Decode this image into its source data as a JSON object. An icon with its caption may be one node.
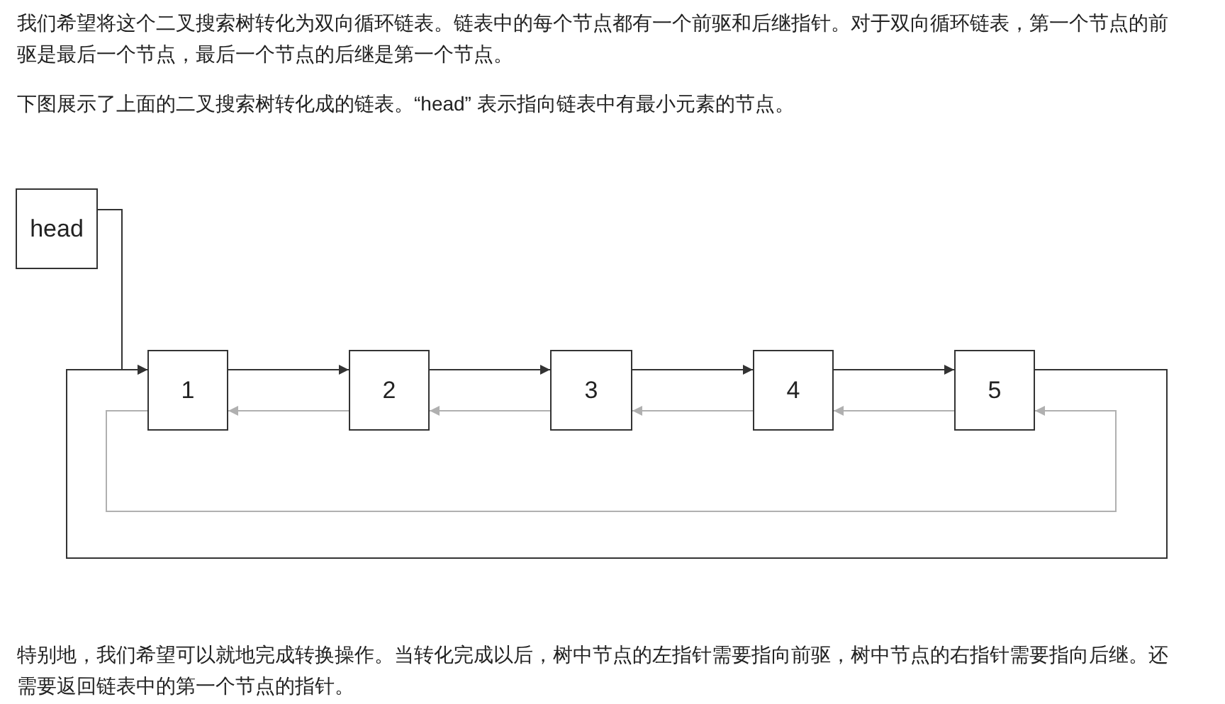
{
  "diagram": {
    "nodes": [
      {
        "text": [
          "head"
        ]
      },
      {
        "text": [
          "1"
        ]
      },
      {
        "text": [
          "2"
        ]
      },
      {
        "text": [
          "3"
        ]
      },
      {
        "text": [
          "4"
        ]
      },
      {
        "text": [
          "5"
        ]
      }
    ],
    "edges": [
      {
        "from": 0,
        "to": 1,
        "arrow": "to"
      },
      {
        "from": 1,
        "to": 2,
        "arrow": "to"
      },
      {
        "from": 2,
        "to": 3,
        "arrow": "to"
      },
      {
        "from": 3,
        "to": 4,
        "arrow": "to"
      },
      {
        "from": 4,
        "to": 5,
        "arrow": "to"
      },
      {
        "from": 2,
        "to": 1,
        "arrow": "to",
        "color": "#b0b0b0"
      },
      {
        "from": 3,
        "to": 2,
        "arrow": "to",
        "color": "#b0b0b0"
      },
      {
        "from": 4,
        "to": 3,
        "arrow": "to",
        "color": "#b0b0b0"
      },
      {
        "from": 5,
        "to": 4,
        "arrow": "to",
        "color": "#b0b0b0"
      },
      {
        "from": 5,
        "to": 1,
        "arrow": "to"
      },
      {
        "from": 1,
        "to": 5,
        "arrow": "to",
        "color": "#b0b0b0"
      }
    ],
    "labels": [
      "我们希望将这个二叉搜索树转化为双向循环链表。链表中的每个节点都有一个前驱和后继指针。对于双向循环链表，第一个节点的前驱是最后一个节点，最后一个节点的后继是第一个节点。",
      "下图展示了上面的二叉搜索树转化成的链表。“head” 表示指向链表中有最小元素的节点。",
      "特别地，我们希望可以就地完成转换操作。当转化完成以后，树中节点的左指针需要指向前驱，树中节点的右指针需要指向后继。还需要返回链表中的第一个节点的指针。"
    ]
  }
}
